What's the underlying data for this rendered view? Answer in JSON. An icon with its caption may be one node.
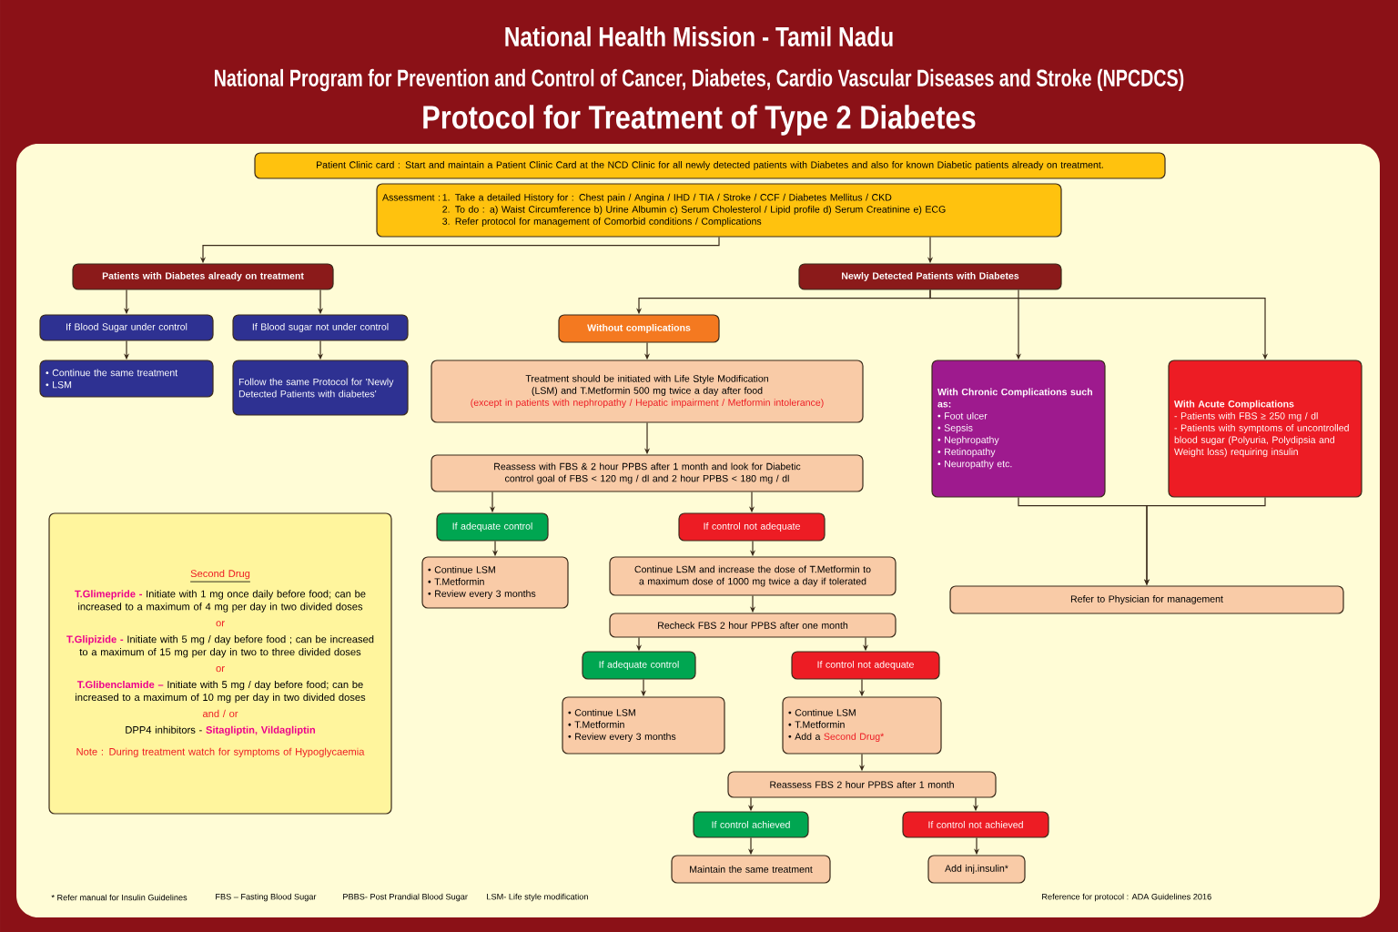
{
  "diagram": {
    "title": "Protocol for Treatment of Type 2 Diabetes",
    "nodes": [
      {
        "text": [
          "Patient Clinic card : Start and maintain a Patient Clinic Card at the NCD Clinic for all newly detected patients with Diabetes and also for known Diabetic patients already on treatment."
        ]
      },
      {
        "text": [
          "Assessment :",
          "1. Take a detailed History for : Chest pain / Angina / IHD / TIA / Stroke / CCF / Diabetes Mellitus / CKD",
          "2. To do : a) Waist Circumference  b) Urine Albumin  c) Serum Cholesterol / Lipid profile  d) Serum Creatinine  e) ECG",
          "3. Refer protocol for management of Comorbid conditions / Complications"
        ]
      },
      {
        "text": [
          "Patients with Diabetes already on treatment"
        ]
      },
      {
        "text": [
          "Newly Detected Patients with Diabetes"
        ]
      },
      {
        "text": [
          "If Blood Sugar under control"
        ]
      },
      {
        "text": [
          "If Blood sugar not under control"
        ]
      },
      {
        "text": [
          "• Continue the same treatment",
          "• LSM"
        ]
      },
      {
        "text": [
          "Follow the same Protocol for 'Newly Detected Patients with diabetes'"
        ]
      },
      {
        "text": [
          "Without complications"
        ]
      },
      {
        "text": [
          "Treatment should be initiated with Life Style Modification (LSM) and T.Metformin 500 mg twice a day after food",
          "(except in patients with nephropathy / Hepatic impairment / Metformin intolerance)"
        ]
      },
      {
        "text": [
          "With Chronic Complications such as:",
          "• Foot ulcer",
          "• Sepsis",
          "• Nephropathy",
          "• Retinopathy",
          "• Neuropathy etc."
        ]
      },
      {
        "text": [
          "With Acute Complications",
          "- Patients with FBS ≥ 250 mg / dl",
          "- Patients with symptoms of uncontrolled blood sugar (Polyuria, Polydipsia and Weight loss) requiring insulin"
        ]
      },
      {
        "text": [
          "Reassess with FBS & 2 hour PPBS after 1 month and look for Diabetic control goal of FBS < 120 mg / dl and 2 hour PPBS < 180 mg / dl"
        ]
      },
      {
        "text": [
          "If adequate control"
        ]
      },
      {
        "text": [
          "If control not adequate"
        ]
      },
      {
        "text": [
          "• Continue LSM",
          "• T.Metformin",
          "• Review every 3 months"
        ]
      },
      {
        "text": [
          "Continue LSM and increase the dose of T.Metformin to a maximum dose of 1000 mg twice a day if tolerated"
        ]
      },
      {
        "text": [
          "Refer to Physician for management"
        ]
      },
      {
        "text": [
          "Recheck FBS 2 hour PPBS after one month"
        ]
      },
      {
        "text": [
          "If adequate control"
        ]
      },
      {
        "text": [
          "If control not adequate"
        ]
      },
      {
        "text": [
          "• Continue LSM",
          "• T.Metformin",
          "• Review every 3 months"
        ]
      },
      {
        "text": [
          "• Continue LSM",
          "• T.Metformin",
          "• Add a",
          "Second Drug*"
        ]
      },
      {
        "text": [
          "Reassess FBS 2 hour PPBS after 1 month"
        ]
      },
      {
        "text": [
          "If control achieved"
        ]
      },
      {
        "text": [
          "If control not achieved"
        ]
      },
      {
        "text": [
          "Maintain the same treatment"
        ]
      },
      {
        "text": [
          "Add inj.insulin*"
        ]
      },
      {
        "text": [
          "Second Drug",
          "T.Glimepride -",
          "Initiate with 1 mg once daily before food; can be increased to a maximum of 4 mg per day in two divided doses",
          "or",
          "T.Glipizide -",
          "Initiate with 5 mg / day before food ; can be increased to a maximum of 15 mg per day in two to three divided doses",
          "or",
          "T.Glibenclamide –",
          "Initiate with 5 mg / day before food; can be increased to a maximum of 10 mg per day in two divided doses",
          "and / or",
          "DPP4 inhibitors -",
          "Sitagliptin, Vildagliptin",
          "Note : During treatment watch for symptoms of  Hypoglycaemia"
        ]
      }
    ],
    "edges": [
      {
        "from": 1,
        "to": 2,
        "arrow": "to"
      },
      {
        "from": 1,
        "to": 3,
        "arrow": "to"
      },
      {
        "from": 2,
        "to": 4,
        "arrow": "to"
      },
      {
        "from": 2,
        "to": 5,
        "arrow": "to"
      },
      {
        "from": 4,
        "to": 6,
        "arrow": "to"
      },
      {
        "from": 5,
        "to": 7,
        "arrow": "to"
      },
      {
        "from": 3,
        "to": 8,
        "arrow": "to"
      },
      {
        "from": 3,
        "to": 10,
        "arrow": "to"
      },
      {
        "from": 3,
        "to": 11,
        "arrow": "to"
      },
      {
        "from": 8,
        "to": 9,
        "arrow": "to"
      },
      {
        "from": 9,
        "to": 12,
        "arrow": "to"
      },
      {
        "from": 12,
        "to": 13,
        "arrow": "to"
      },
      {
        "from": 12,
        "to": 14,
        "arrow": "to"
      },
      {
        "from": 13,
        "to": 15,
        "arrow": "to"
      },
      {
        "from": 14,
        "to": 16,
        "arrow": "to"
      },
      {
        "from": 16,
        "to": 18,
        "arrow": "to"
      },
      {
        "from": 10,
        "to": 17,
        "arrow": "to"
      },
      {
        "from": 11,
        "to": 17,
        "arrow": "to"
      },
      {
        "from": 18,
        "to": 19,
        "arrow": "to"
      },
      {
        "from": 18,
        "to": 20,
        "arrow": "to"
      },
      {
        "from": 19,
        "to": 21,
        "arrow": "to"
      },
      {
        "from": 20,
        "to": 22,
        "arrow": "to"
      },
      {
        "from": 22,
        "to": 23,
        "arrow": "to"
      },
      {
        "from": 23,
        "to": 24,
        "arrow": "to"
      },
      {
        "from": 23,
        "to": 25,
        "arrow": "to"
      },
      {
        "from": 24,
        "to": 26,
        "arrow": "to"
      },
      {
        "from": 25,
        "to": 27,
        "arrow": "to"
      }
    ],
    "labels": [
      "National Health Mission - Tamil Nadu",
      "National Program for Prevention and Control of Cancer, Diabetes, Cardio Vascular Diseases and Stroke (NPCDCS)",
      "* Refer manual  for Insulin Guidelines",
      "FBS – Fasting Blood Sugar",
      "PBBS- Post Prandial Blood Sugar",
      "LSM- Life style modification",
      "Reference for protocol : ADA Guidelines 2016"
    ]
  }
}
